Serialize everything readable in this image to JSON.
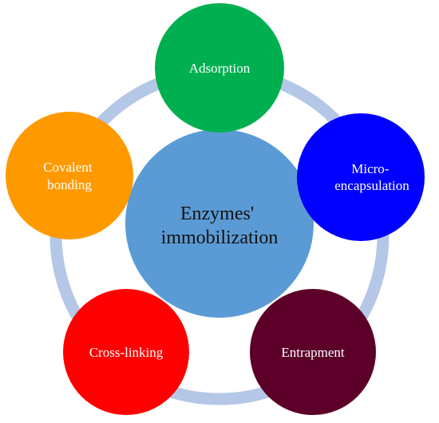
{
  "center": {
    "lines": [
      "Enzymes'",
      "immobilization"
    ],
    "color": "#5b9bd5"
  },
  "ring_color": "#b4c7e7",
  "nodes": [
    {
      "id": "adsorption",
      "lines": [
        "Adsorption"
      ],
      "color": "#00b050"
    },
    {
      "id": "micro-encapsulation",
      "lines": [
        "Micro-",
        "encapsulation"
      ],
      "color": "#0000ff"
    },
    {
      "id": "entrapment",
      "lines": [
        "Entrapment"
      ],
      "color": "#5c0029"
    },
    {
      "id": "cross-linking",
      "lines": [
        "Cross-linking"
      ],
      "color": "#ff0000"
    },
    {
      "id": "covalent-bonding",
      "lines": [
        "Covalent",
        "bonding"
      ],
      "color": "#ff9900"
    }
  ]
}
